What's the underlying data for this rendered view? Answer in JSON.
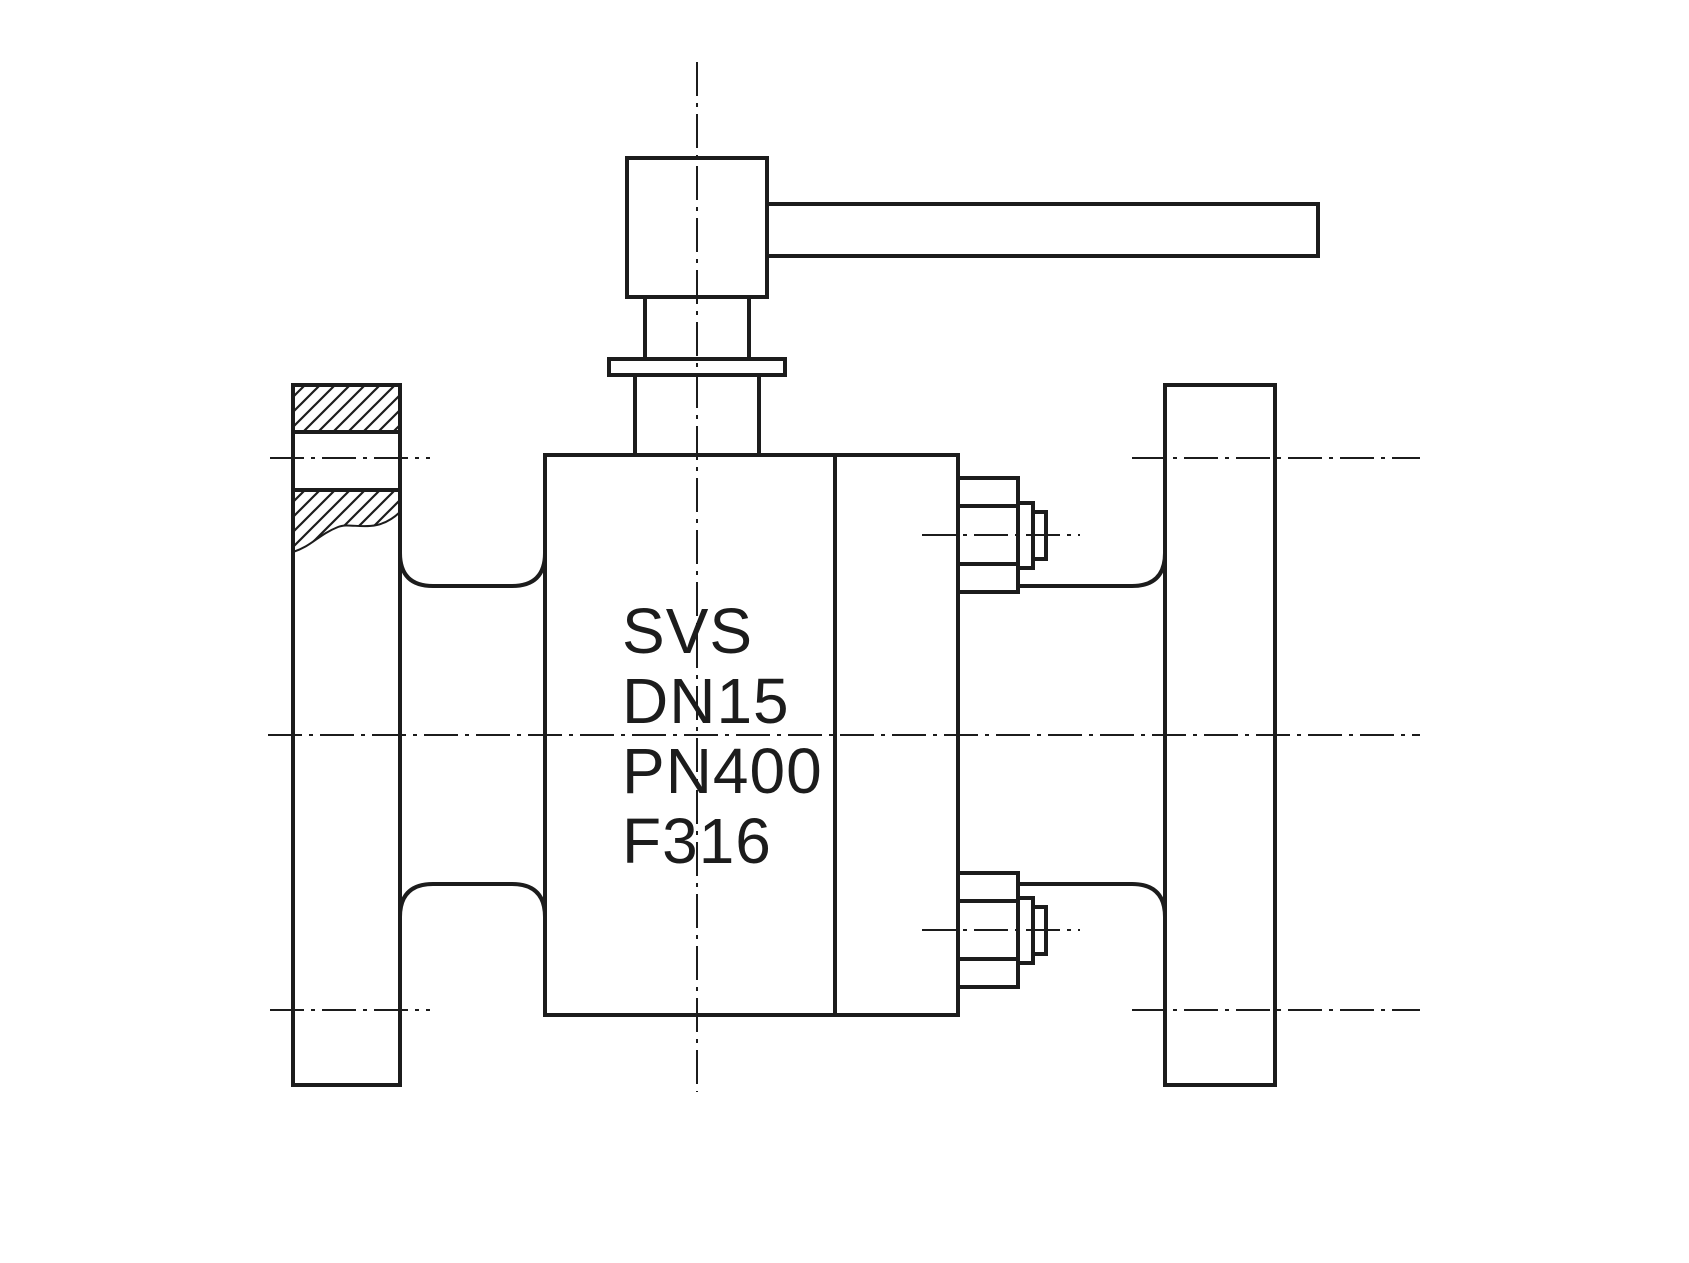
{
  "drawing": {
    "type": "engineering-drawing",
    "subject": "flanged ball valve with lever handle, side elevation with partial flange section",
    "background_color": "#ffffff",
    "line_color": "#1c1c1c",
    "markings": {
      "brand": "SVS",
      "size": "DN15",
      "pressure": "PN400",
      "material": "F316"
    }
  }
}
